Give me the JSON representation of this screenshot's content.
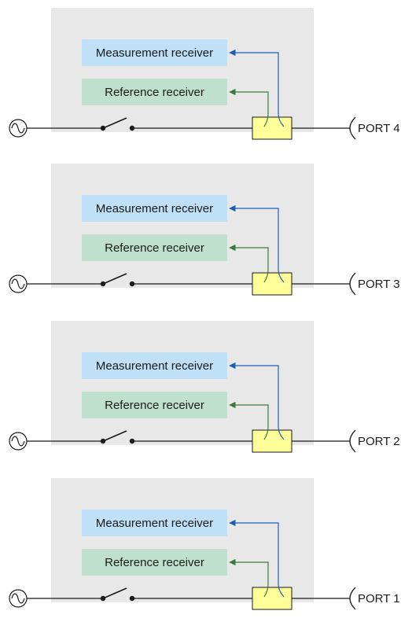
{
  "colors": {
    "panel_background": "#e8e8e8",
    "measurement_receiver_fill": "#bfe0f7",
    "reference_receiver_fill": "#bfe0cf",
    "coupler_fill": "#ffff99",
    "measurement_path": "#1f5fb0",
    "reference_path": "#3c7a3c",
    "line": "#1a1a1a"
  },
  "panels": [
    {
      "measurement_label": "Measurement receiver",
      "reference_label": "Reference receiver",
      "port_label": "PORT 4",
      "switch_icon": "open-switch-icon",
      "source_icon": "ac-source-icon"
    },
    {
      "measurement_label": "Measurement receiver",
      "reference_label": "Reference receiver",
      "port_label": "PORT 3",
      "switch_icon": "open-switch-icon",
      "source_icon": "ac-source-icon"
    },
    {
      "measurement_label": "Measurement receiver",
      "reference_label": "Reference receiver",
      "port_label": "PORT 2",
      "switch_icon": "open-switch-icon",
      "source_icon": "ac-source-icon"
    },
    {
      "measurement_label": "Measurement receiver",
      "reference_label": "Reference receiver",
      "port_label": "PORT 1",
      "switch_icon": "open-switch-icon",
      "source_icon": "ac-source-icon"
    }
  ]
}
